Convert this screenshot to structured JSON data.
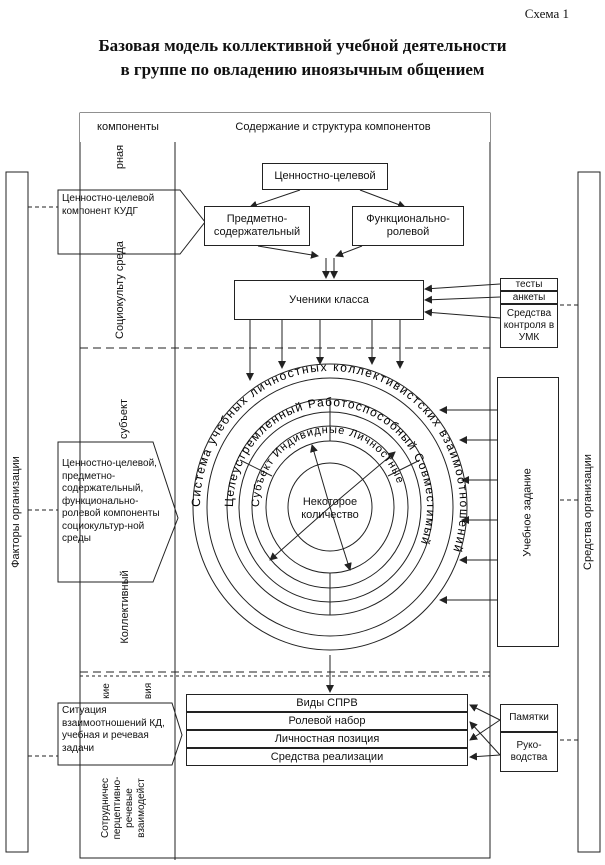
{
  "header": {
    "schema_label": "Схема 1",
    "title_line1": "Базовая модель коллективной учебной деятельности",
    "title_line2": "в группе по овладению иноязычным общением"
  },
  "table": {
    "col1_header": "компоненты",
    "col2_header": "Содержание и структура компонентов",
    "row_labels": {
      "r1_top": "рная",
      "r1_main": "Социокульту среда",
      "r2_top": "субъект",
      "r2_main": "Коллективный",
      "r3_top": "кие",
      "r3_mid": "вия",
      "r3_main1": "Сотрудничес",
      "r3_main2": "перцептивно-",
      "r3_main3": "речевые",
      "r3_main4": "взаимодейст"
    }
  },
  "side_bars": {
    "left": "Факторы организации",
    "right": "Средства организации"
  },
  "top_boxes": {
    "value_goal": "Ценностно-целевой",
    "subject_content": "Предметно-содержательный",
    "functional_role": "Функционально-ролевой",
    "students": "Ученики класса"
  },
  "left_notes": {
    "note1": "Ценностно-целевой компонент КУДГ",
    "note2": "Ценностно-целевой, предметно-содержательный, функционально-ролевой компоненты социокультур-ной среды",
    "note3": "Ситуация взаимоотношений КД, учебная и речевая задачи"
  },
  "right_boxes": {
    "tests": "тесты",
    "questionnaires": "анкеты",
    "control_means": "Средства контроля в УМК",
    "task": "Учебное задание",
    "memos": "Памятки",
    "guides": "Руко-водства"
  },
  "circles": {
    "outer_ring": "Система учебных личностных коллективистских взаимоотношений",
    "ring2": "Целеустремленный Работоспособный Совместимый",
    "ring3": "Субъект Индивидные Личностные",
    "center": "Некоторое количество"
  },
  "bottom_list": {
    "items": [
      "Виды СПРВ",
      "Ролевой набор",
      "Личностная позиция",
      "Средства реализации"
    ]
  },
  "colors": {
    "line": "#222222",
    "background": "#ffffff"
  }
}
